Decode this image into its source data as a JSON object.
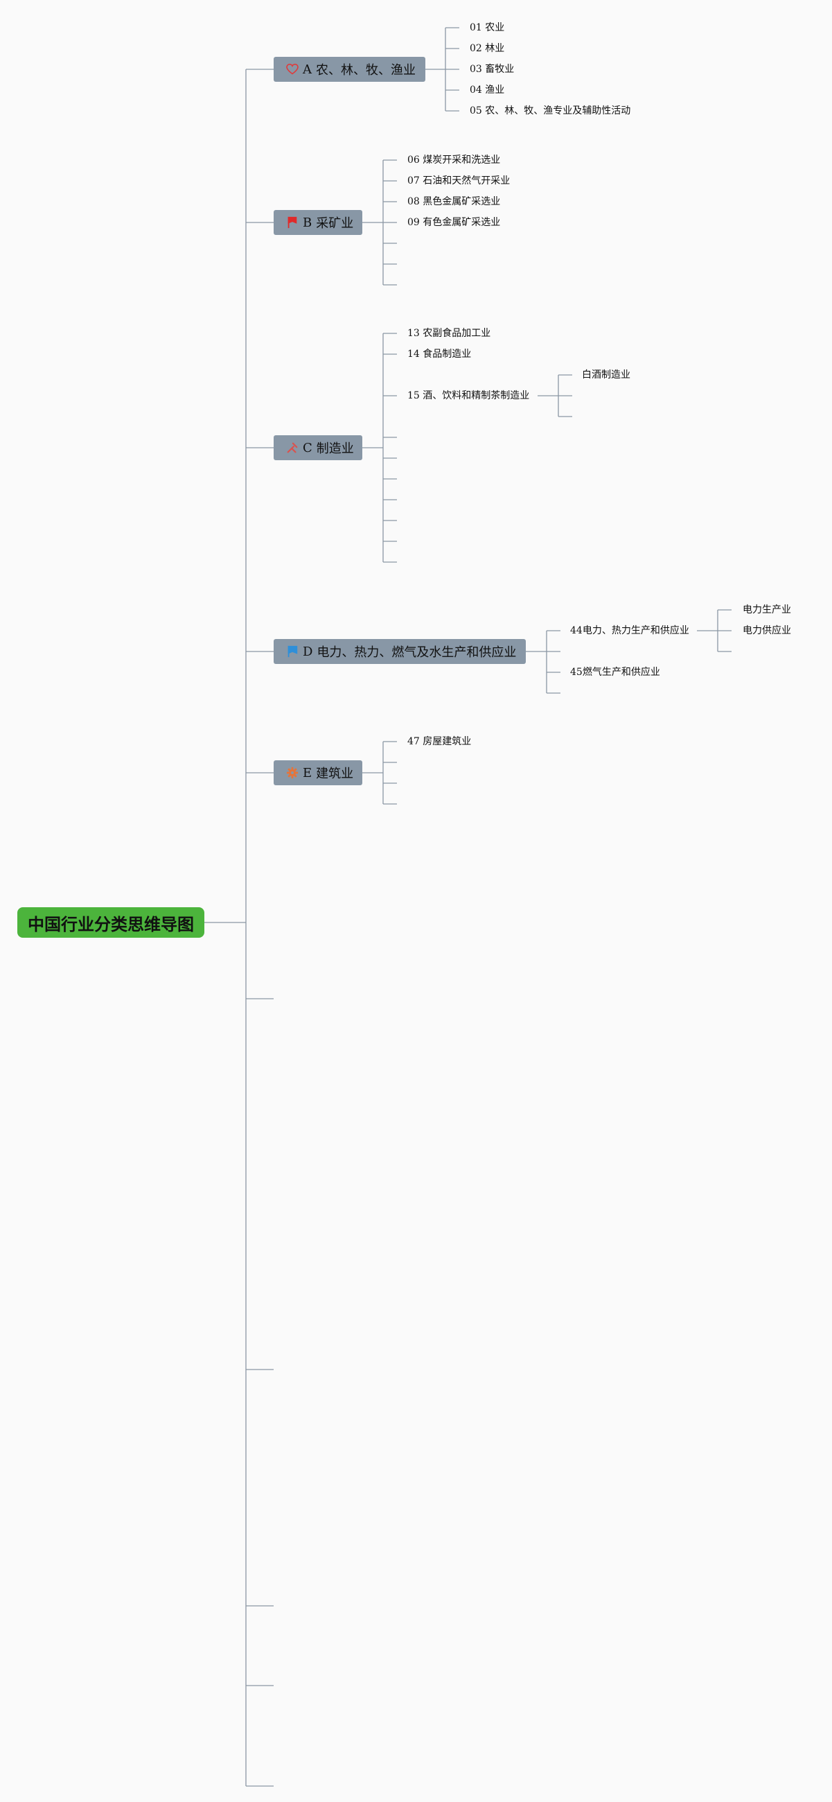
{
  "root": {
    "label": "中国行业分类思维导图"
  },
  "categories": [
    {
      "code": "A",
      "name": "农、林、牧、渔业",
      "icon": "heart-outline-icon",
      "icon_color": "#e03a3a",
      "items": [
        "01 农业",
        "02 林业",
        "03 畜牧业",
        "04 渔业",
        "05 农、林、牧、渔专业及辅助性活动"
      ]
    },
    {
      "code": "B",
      "name": "采矿业",
      "icon": "flag-icon",
      "icon_color": "#e02a2a",
      "items": [
        "06 煤炭开采和洗选业",
        "07 石油和天然气开采业",
        "08 黑色金属矿采选业",
        "09 有色金属矿采选业"
      ]
    },
    {
      "code": "C",
      "name": "制造业",
      "icon": "tools-icon",
      "icon_color": "#d9534f",
      "items": [
        "13 农副食品加工业",
        "14 食品制造业",
        "15 酒、饮料和精制茶制造业"
      ],
      "sub_items": {
        "15": [
          "白酒制造业"
        ]
      }
    },
    {
      "code": "D",
      "name": "电力、热力、燃气及水生产和供应业",
      "icon": "blue-flag-icon",
      "icon_color": "#2f8fd8",
      "items": [
        "44电力、热力生产和供应业",
        "45燃气生产和供应业"
      ],
      "sub_items": {
        "44": [
          "电力生产业",
          "电力供应业"
        ]
      }
    },
    {
      "code": "E",
      "name": "建筑业",
      "icon": "gear-icon",
      "icon_color": "#e5743a",
      "items": [
        "47 房屋建筑业"
      ]
    }
  ],
  "colors": {
    "root_bg": "#4cb43c",
    "category_bg": "#8897a6",
    "line": "#8a96a3",
    "background": "#fafafa"
  }
}
